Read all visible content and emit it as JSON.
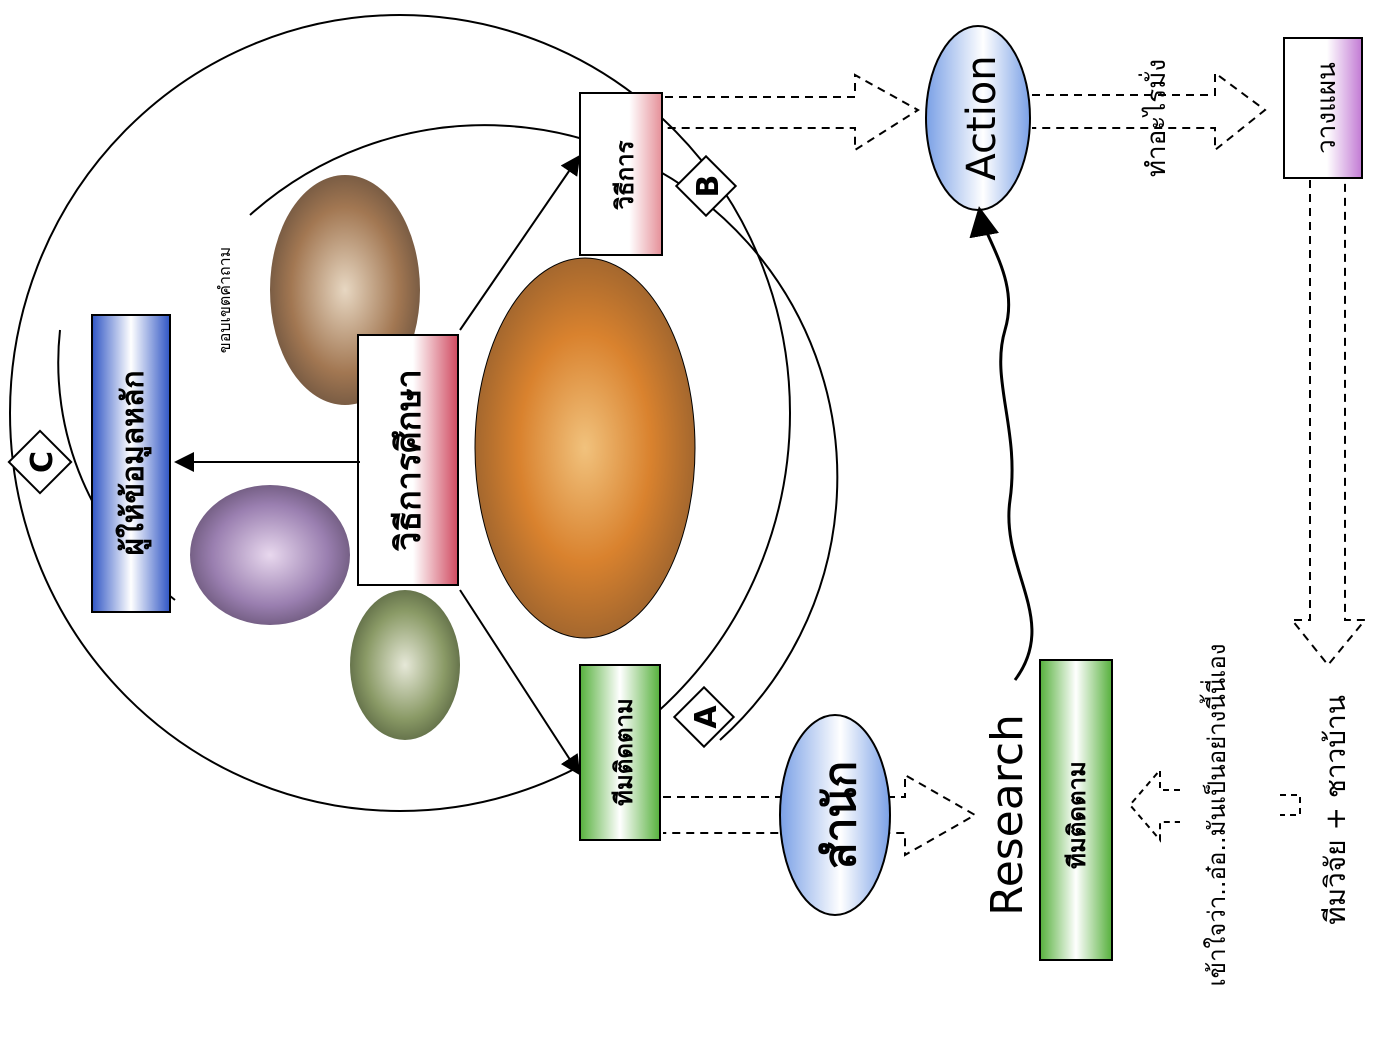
{
  "labels": {
    "center_method": "วิธีการศึกษา",
    "key_informant": "ผู้ให้ข้อมูลหลัก",
    "question_scope": "ขอบเขตคำถาม",
    "method": "วิธีการ",
    "tracking_team": "ทีมติดตาม",
    "office": "สำนัก",
    "action": "Action",
    "research": "Research",
    "research_team_box": "ทีมติดตาม",
    "what_to_do": "ทำอะไรมั่ง",
    "plan": "วางแผน",
    "understand_note": "เข้าใจว่า..อ๋อ..มันเป็นอย่างนี้นี่เอง",
    "research_team_villagers": "ทีมวิจัย + ชาวบ้าน",
    "marker_a": "A",
    "marker_b": "B",
    "marker_c": "C"
  },
  "colors": {
    "blue_box": "#3a5fc8",
    "red_box": "#d4566a",
    "pink_box": "#e9a2a8",
    "green_box": "#5fb845",
    "violet_box": "#c98ad8",
    "oval_blue": "#8fb0ea"
  },
  "photos": [
    {
      "name": "photo-monks-meeting",
      "tone": "#d98a3c"
    },
    {
      "name": "photo-group-discussion",
      "tone": "#a87a52"
    },
    {
      "name": "photo-community-gathering",
      "tone": "#8b6a9c"
    },
    {
      "name": "photo-field-work",
      "tone": "#7a8f5a"
    }
  ]
}
